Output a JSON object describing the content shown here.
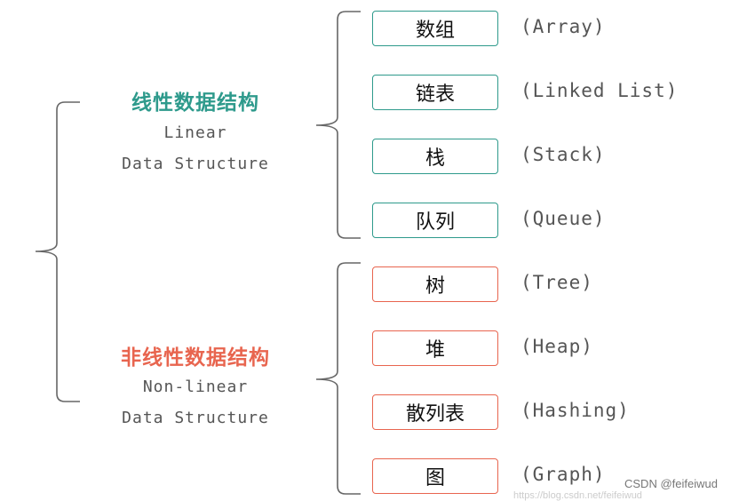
{
  "categories": {
    "linear": {
      "title": "线性数据结构",
      "sub1": "Linear",
      "sub2": "Data Structure",
      "color": "#2e9a8c",
      "items": [
        {
          "label": "数组",
          "english": "(Array)"
        },
        {
          "label": "链表",
          "english": "(Linked List)"
        },
        {
          "label": "栈",
          "english": "(Stack)"
        },
        {
          "label": "队列",
          "english": "(Queue)"
        }
      ]
    },
    "nonlinear": {
      "title": "非线性数据结构",
      "sub1": "Non-linear",
      "sub2": "Data Structure",
      "color": "#e8654f",
      "items": [
        {
          "label": "树",
          "english": "(Tree)"
        },
        {
          "label": "堆",
          "english": "(Heap)"
        },
        {
          "label": "散列表",
          "english": "(Hashing)"
        },
        {
          "label": "图",
          "english": "(Graph)"
        }
      ]
    }
  },
  "watermark": {
    "text": "CSDN @feifeiwud",
    "faint": "https://blog.csdn.net/feifeiwud"
  }
}
